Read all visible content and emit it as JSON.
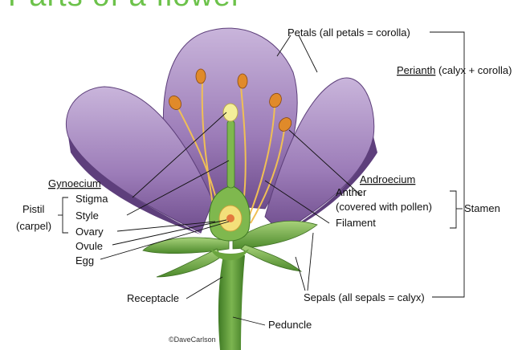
{
  "title": "Parts of a flower",
  "labels": {
    "petals": "Petals (all petals = corolla)",
    "perianth": "Perianth",
    "perianth_rest": " (calyx + corolla)",
    "gynoecium": "Gynoecium",
    "stigma": "Stigma",
    "style": "Style",
    "ovary": "Ovary",
    "ovule": "Ovule",
    "egg": "Egg",
    "pistil": "Pistil",
    "carpel": "(carpel)",
    "androecium": "Androecium",
    "anther": "Anther",
    "anther_note": "(covered with pollen)",
    "filament": "Filament",
    "stamen": "Stamen",
    "receptacle": "Receptacle",
    "sepals": "Sepals (all sepals = calyx)",
    "peduncle": "Peduncle",
    "credit": "©DaveCarlson"
  },
  "colors": {
    "petal": "#9a7bb4",
    "petal_light": "#c7b2d9",
    "petal_dark": "#6f4f8e",
    "leaf": "#5f9e3a",
    "leaf_light": "#9cc86a",
    "stem": "#4f8f30",
    "anther": "#e08a2a",
    "filament": "#f2c25a",
    "title": "#6cc24a"
  }
}
